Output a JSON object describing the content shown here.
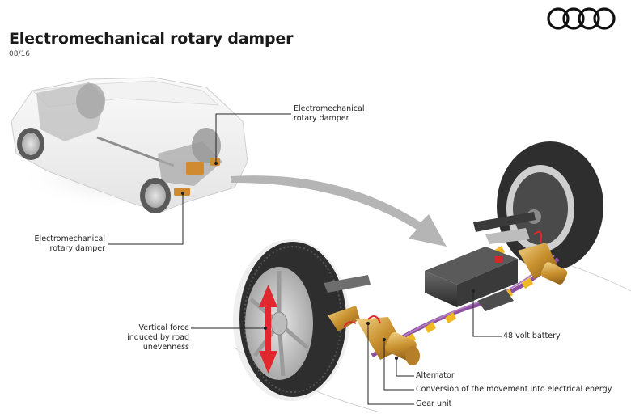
{
  "header": {
    "title": "Electromechanical rotary damper",
    "date": "08/16"
  },
  "brand": {
    "logo_icon": "four-rings-logo",
    "logo_color": "#111111"
  },
  "callouts": {
    "damper_top": {
      "line1": "Electromechanical",
      "line2": "rotary damper"
    },
    "damper_bottom": {
      "line1": "Electromechanical",
      "line2": "rotary damper"
    },
    "vertical_force": {
      "line1": "Vertical force",
      "line2": "induced by road",
      "line3": "unevenness"
    },
    "battery": "48 volt battery",
    "alternator": "Alternator",
    "conversion": "Conversion of the movement into electrical energy",
    "gear_unit": "Gear unit"
  },
  "colors": {
    "accent_damper": "#c8902e",
    "force_arrow": "#e0282e",
    "cable": "#8e4fa0",
    "clip": "#f0b820",
    "flow_arrow": "#b5b5b5",
    "tire": "#3a3a3a"
  }
}
